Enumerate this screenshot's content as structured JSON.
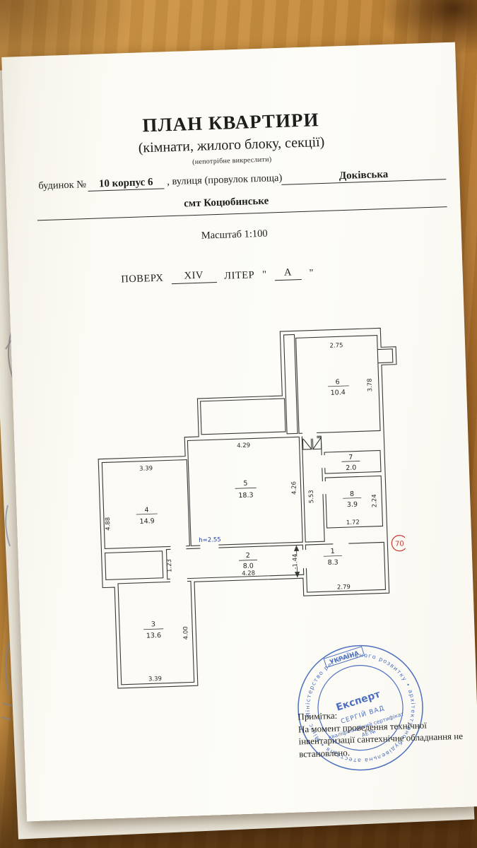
{
  "document": {
    "title": "ПЛАН КВАРТИРИ",
    "subtitle": "(кімнати, жилого блоку, секції)",
    "strike_note": "(непотрібне викреслити)",
    "building_label": "будинок №",
    "building_value": "10 корпус 6",
    "street_label": ", вулиця (провулок площа)",
    "street_value": "Доківська",
    "settlement": "смт Коцюбинське",
    "scale": "Масштаб 1:100",
    "floor_label": "ПОВЕРХ",
    "floor_value": "XIV",
    "letter_label": "ЛІТЕР",
    "letter_value": "А",
    "quote": "\""
  },
  "plan": {
    "rooms": [
      {
        "num": "6",
        "area": "10.4"
      },
      {
        "num": "7",
        "area": "2.0"
      },
      {
        "num": "8",
        "area": "3.9"
      },
      {
        "num": "5",
        "area": "18.3"
      },
      {
        "num": "4",
        "area": "14.9"
      },
      {
        "num": "2",
        "area": "8.0"
      },
      {
        "num": "1",
        "area": "8.3"
      },
      {
        "num": "3",
        "area": "13.6"
      }
    ],
    "dims": {
      "room6_top": "2.75",
      "room6_right": "3.78",
      "room5_top": "4.29",
      "room5_right": "4.26",
      "corridor_right": "5.53",
      "room8_right": "2.24",
      "room8_bottom": "1.72",
      "room4_top": "3.39",
      "room4_left": "4.88",
      "room2_left": "1.23",
      "room2_bottom": "4.28",
      "room2_right": "-1.44",
      "room1_bottom": "2.79",
      "room3_right": "4.00",
      "room3_bottom": "3.39",
      "ceiling_height": "h=2.55"
    },
    "badge": "70"
  },
  "note": {
    "label": "Примітка:",
    "line1": "На момент проведення технічної",
    "line2": "інвентаризації сантехнічне обладнання не",
    "line3": "встановлено."
  },
  "stamp": {
    "ring_text": "Міністерство регіонального розвитку • архітектурно-будівельна атестація • Міністерство України •",
    "country": "УКРАЇНА",
    "center": "Експерт",
    "name": "СЕРГІЙ ВАД",
    "cert_line1": "кваліфікаційний сертифікат",
    "cert_line2": "АЕ №"
  },
  "colors": {
    "stamp_blue": "#2f58b7",
    "badge_red": "#c23b34",
    "height_blue": "#1c3fae",
    "ink": "#1d1d1b"
  }
}
